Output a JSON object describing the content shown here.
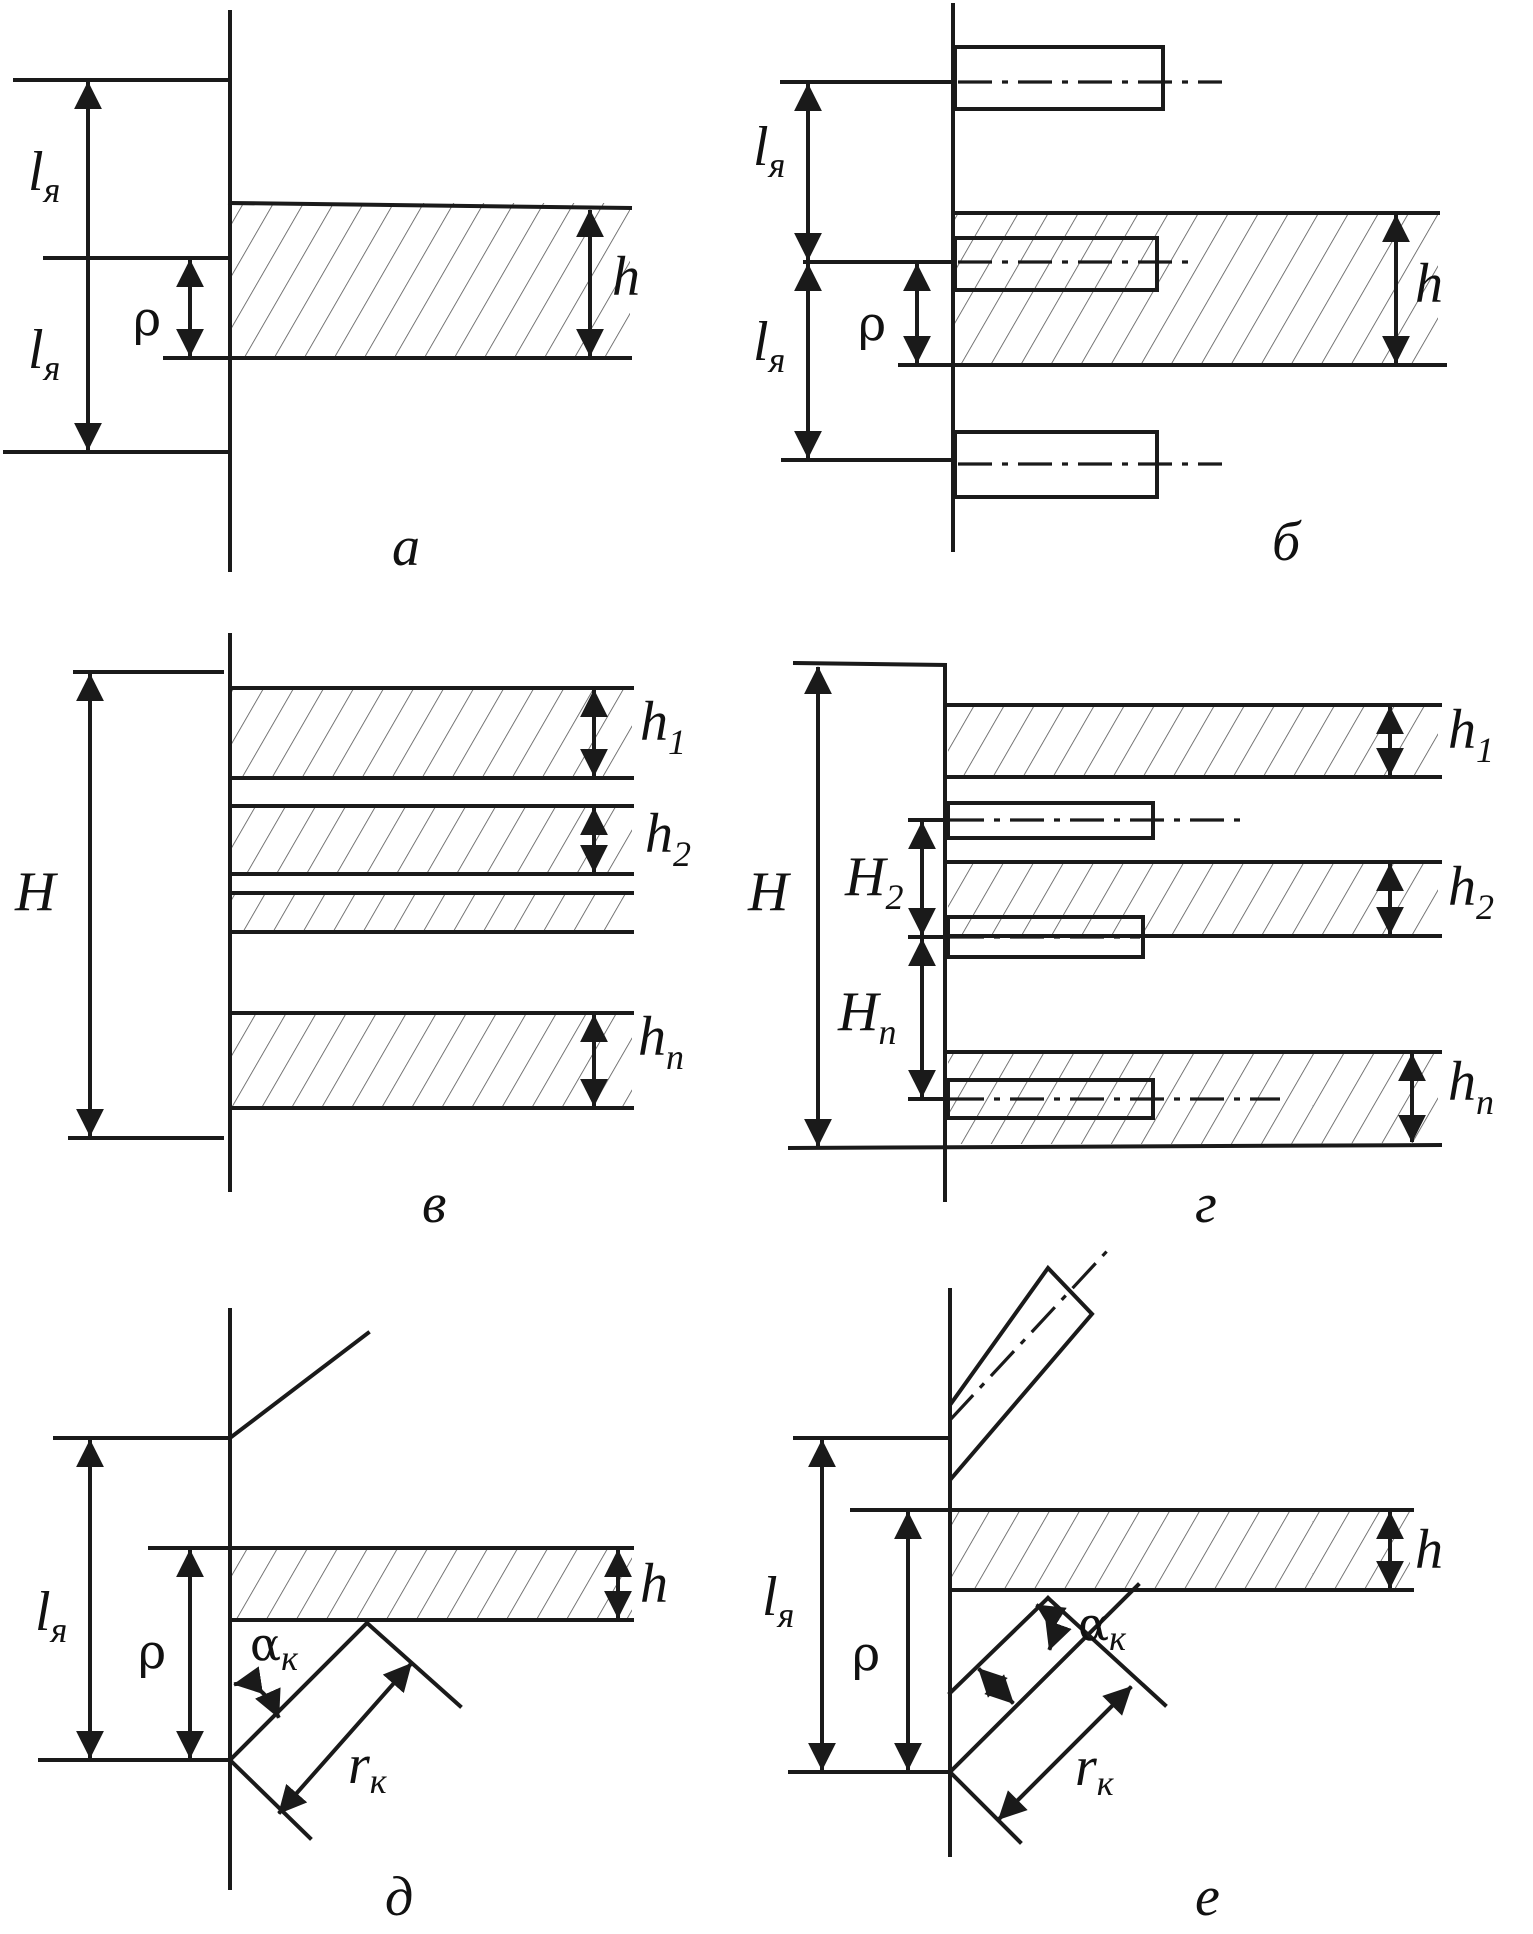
{
  "panels": [
    {
      "caption": "а",
      "labels": {
        "l_top": "l",
        "l_top_sub": "я",
        "l_bot": "l",
        "l_bot_sub": "я",
        "rho": "ρ",
        "h": "h"
      }
    },
    {
      "caption": "б",
      "labels": {
        "l_top": "l",
        "l_top_sub": "я",
        "l_bot": "l",
        "l_bot_sub": "я",
        "rho": "ρ",
        "h": "h"
      }
    },
    {
      "caption": "в",
      "labels": {
        "H": "H",
        "h1": "h",
        "h1_sub": "1",
        "h2": "h",
        "h2_sub": "2",
        "hn": "h",
        "hn_sub": "n"
      }
    },
    {
      "caption": "г",
      "labels": {
        "H": "H",
        "H2": "H",
        "H2_sub": "2",
        "Hn": "H",
        "Hn_sub": "n",
        "h1": "h",
        "h1_sub": "1",
        "h2": "h",
        "h2_sub": "2",
        "hn": "h",
        "hn_sub": "n"
      }
    },
    {
      "caption": "д",
      "labels": {
        "l": "l",
        "l_sub": "я",
        "rho": "ρ",
        "h": "h",
        "alpha": "α",
        "alpha_sub": "к",
        "r": "r",
        "r_sub": "к"
      }
    },
    {
      "caption": "е",
      "labels": {
        "l": "l",
        "l_sub": "я",
        "rho": "ρ",
        "h": "h",
        "alpha": "α",
        "alpha_sub": "к",
        "r": "r",
        "r_sub": "к"
      }
    }
  ]
}
